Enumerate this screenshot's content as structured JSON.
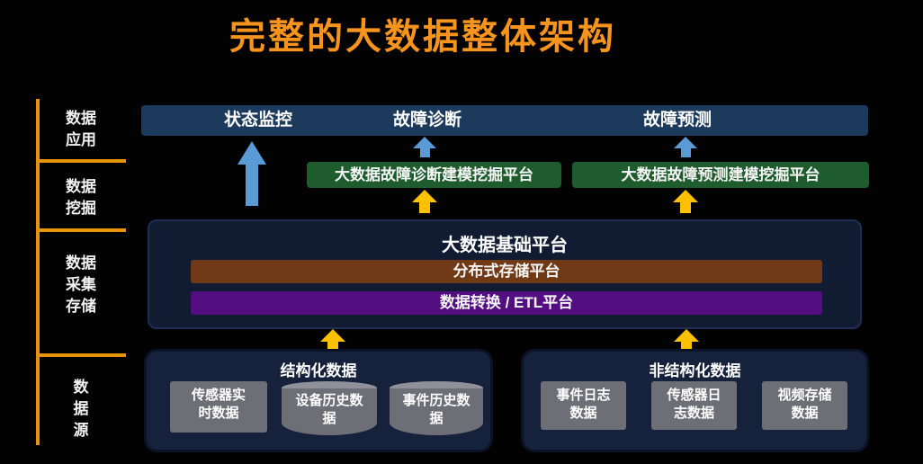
{
  "title": "完整的大数据整体架构",
  "axis_layers": {
    "application": "数据\n应用",
    "mining": "数据\n挖掘",
    "collect_storage": "数据\n采集\n存储",
    "source": "数\n据\n源"
  },
  "application_bar": {
    "items": [
      "状态监控",
      "故障诊断",
      "故障预测"
    ]
  },
  "mining_platforms": {
    "diagnosis": "大数据故障诊断建模挖掘平台",
    "prediction": "大数据故障预测建模挖掘平台"
  },
  "foundation": {
    "title": "大数据基础平台",
    "storage_platform": "分布式存储平台",
    "etl_platform": "数据转换 / ETL平台"
  },
  "structured": {
    "title": "结构化数据",
    "items": [
      "传感器实\n时数据",
      "设备历史数\n据",
      "事件历史数\n据"
    ]
  },
  "unstructured": {
    "title": "非结构化数据",
    "items": [
      "事件日志\n数据",
      "传感器日\n志数据",
      "视频存储\n数据"
    ]
  },
  "colors": {
    "title_orange": "#F7941D",
    "axis_orange": "#E8930C",
    "app_bar_blue": "#1B3A5C",
    "mining_green": "#1E5C2D",
    "foundation_navy": "#111C33",
    "storage_brown": "#6F3A15",
    "etl_purple": "#530E82",
    "source_navy": "#16213C",
    "item_gray": "#6E6E76",
    "arrow_blue": "#5B9BD5",
    "arrow_gold": "#FFC000",
    "background": "#020202"
  }
}
